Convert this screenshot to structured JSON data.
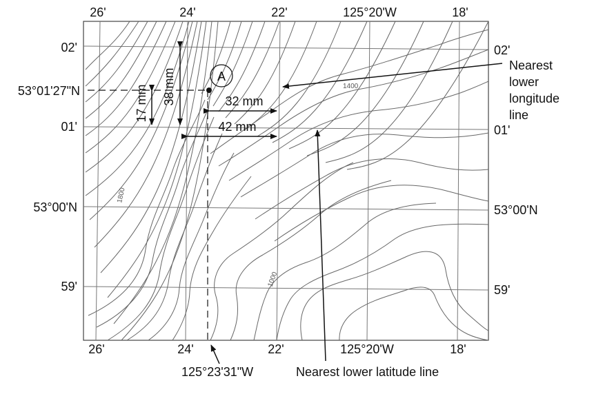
{
  "map": {
    "point_label": "A",
    "top_labels": {
      "lon_26": "26'",
      "lon_24": "24'",
      "lon_22": "22'",
      "lon_20": "125°20'W",
      "lon_18": "18'"
    },
    "bottom_labels": {
      "lon_26": "26'",
      "lon_24": "24'",
      "lon_22": "22'",
      "lon_20": "125°20'W",
      "lon_18": "18'"
    },
    "left_labels": {
      "lat_02": "02'",
      "lat_point": "53°01'27\"N",
      "lat_01": "01'",
      "lat_00": "53°00'N",
      "lat_59": "59'"
    },
    "right_labels": {
      "lat_02": "02'",
      "lat_01": "01'",
      "lat_00": "53°00'N",
      "lat_59": "59'"
    },
    "contour_labels": {
      "c1400": "1400",
      "c1800": "1800",
      "c1000": "1000"
    },
    "measurements": {
      "m17": "17 mm",
      "m38": "38 mm",
      "m32": "32 mm",
      "m42": "42 mm"
    },
    "annotations": {
      "lower_longitude_line1": "Nearest",
      "lower_longitude_line2": "lower",
      "lower_longitude_line3": "longitude",
      "lower_longitude_line4": "line",
      "lower_latitude": "Nearest lower latitude line",
      "point_longitude": "125°23'31\"W"
    }
  }
}
